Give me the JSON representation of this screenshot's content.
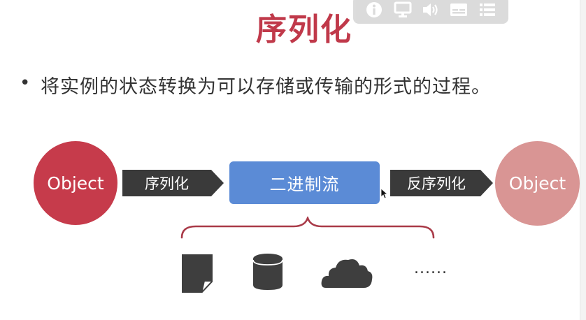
{
  "slide": {
    "title": "序列化",
    "bullet_marker": "•",
    "bullet_text": "将实例的状态转换为可以存储或传输的形式的过程。"
  },
  "diagram": {
    "left_object": "Object",
    "serialize_label": "序列化",
    "stream_label": "二进制流",
    "deserialize_label": "反序列化",
    "right_object": "Object",
    "more_label": "......"
  },
  "toolbar": {
    "icons": [
      "info-icon",
      "monitor-icon",
      "speaker-icon",
      "captions-icon",
      "list-icon"
    ]
  },
  "storage_icons": [
    "document-icon",
    "database-icon",
    "cloud-icon"
  ],
  "colors": {
    "title": "#c0394a",
    "left_object": "#c63b4b",
    "right_object": "#d99594",
    "stream": "#5b8bd6",
    "arrow": "#3a3a3a",
    "brace": "#a93a48",
    "icons": "#3e3e3e"
  }
}
